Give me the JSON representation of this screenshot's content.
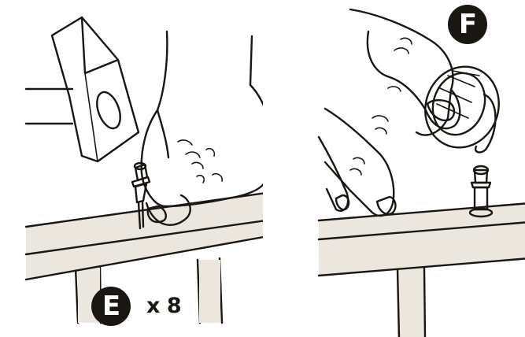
{
  "steps": [
    {
      "label": "E",
      "quantity": "x 8"
    },
    {
      "label": "F"
    }
  ],
  "colors": {
    "ink": "#1a1611",
    "wood": "#ece7de",
    "background": "#ffffff"
  }
}
